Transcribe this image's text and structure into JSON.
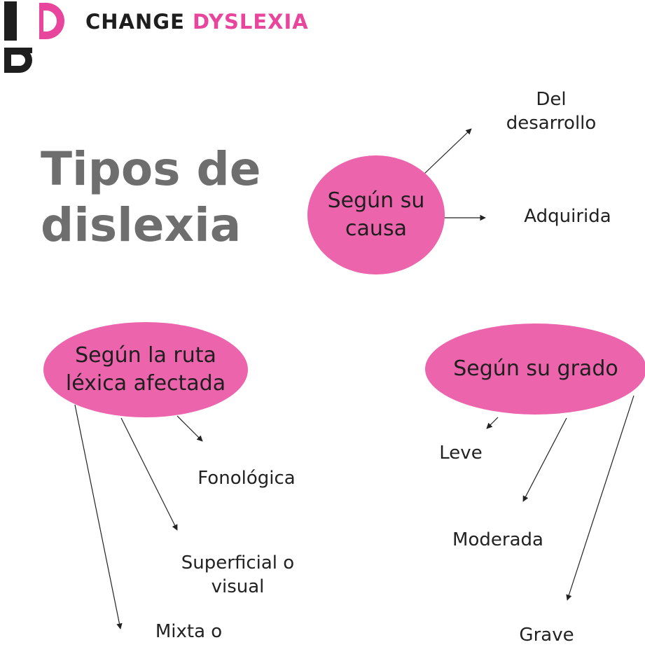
{
  "brand": {
    "word1": "CHANGE",
    "word2": "DYSLEXIA",
    "logo_letter": "D",
    "accent_color": "#e8459c"
  },
  "title": {
    "line1": "Tipos de",
    "line2": "dislexia"
  },
  "node_color": "#ec64ac",
  "groups": {
    "causa": {
      "label_line1": "Según su",
      "label_line2": "causa",
      "leaves": {
        "desarrollo_line1": "Del",
        "desarrollo_line2": "desarrollo",
        "adquirida": "Adquirida"
      }
    },
    "ruta": {
      "label_line1": "Según la ruta",
      "label_line2": "léxica afectada",
      "leaves": {
        "fonologica": "Fonológica",
        "superficial_line1": "Superficial o",
        "superficial_line2": "visual",
        "mixta": "Mixta o"
      }
    },
    "grado": {
      "label": "Según su grado",
      "leaves": {
        "leve": "Leve",
        "moderada": "Moderada",
        "grave": "Grave"
      }
    }
  }
}
